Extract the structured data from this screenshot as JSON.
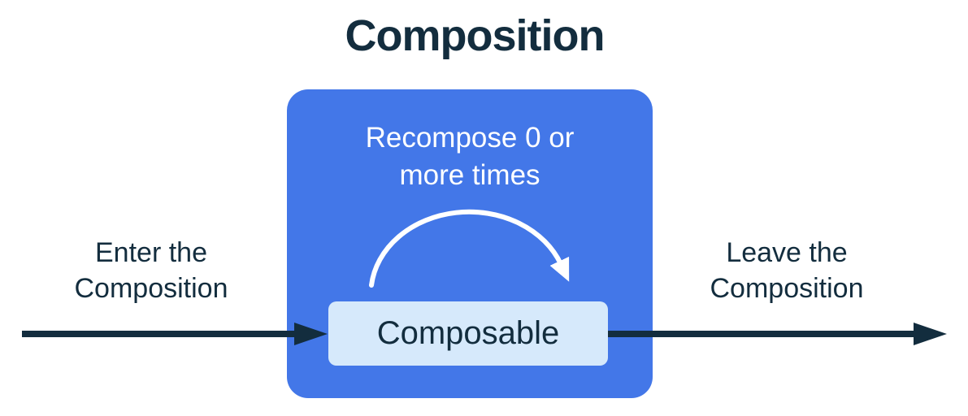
{
  "title": "Composition",
  "labels": {
    "enter": {
      "line1": "Enter the",
      "line2": "Composition"
    },
    "leave": {
      "line1": "Leave the",
      "line2": "Composition"
    },
    "recompose": {
      "line1": "Recompose 0 or",
      "line2": "more times"
    },
    "composable": "Composable"
  },
  "colors": {
    "background": "#ffffff",
    "dark_navy_text_and_arrows": "#132d3e",
    "composition_box_blue": "#4377e8",
    "composable_box_light_blue": "#d6e9fb",
    "recompose_arc_white": "#ffffff"
  },
  "icons": {
    "enter_arrow": "right-arrow",
    "leave_arrow": "right-arrow",
    "recompose_arc": "clockwise-loop-arrow"
  }
}
